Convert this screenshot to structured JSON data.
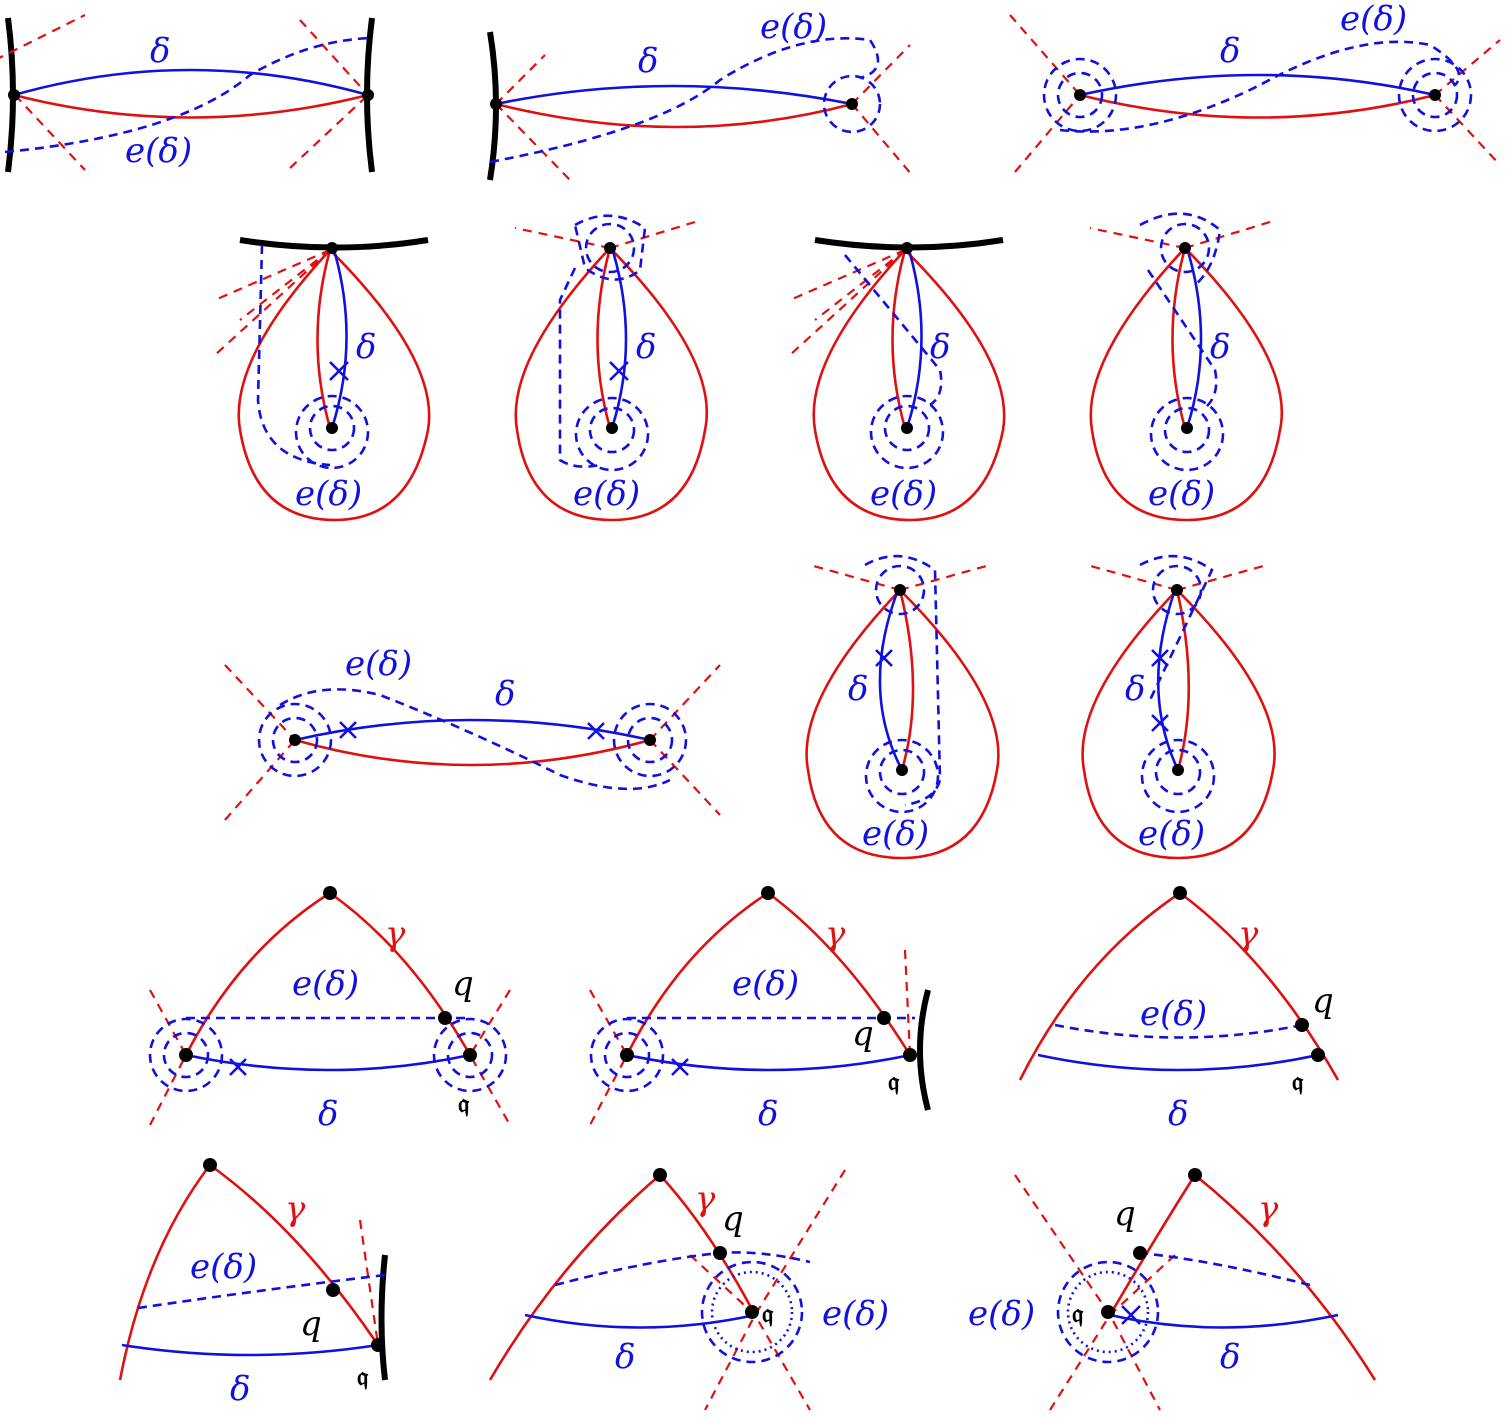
{
  "colors": {
    "curve_blue": "#1010e0",
    "curve_red": "#e01010",
    "boundary": "#000000",
    "background": "#ffffff"
  },
  "labels": {
    "delta": "δ",
    "e_delta": "e(δ)",
    "gamma": "γ",
    "q": "q",
    "frak_q": "𝔮"
  }
}
